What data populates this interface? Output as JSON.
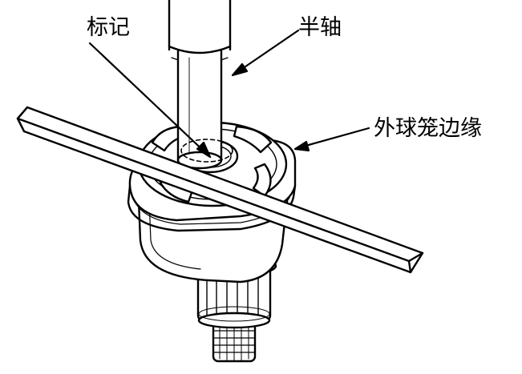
{
  "labels": {
    "mark": "标记",
    "half_shaft": "半轴",
    "outer_cage_edge": "外球笼边缘"
  },
  "colors": {
    "ink": "#000000",
    "paper": "#ffffff",
    "shade": "#d9d9d9"
  }
}
